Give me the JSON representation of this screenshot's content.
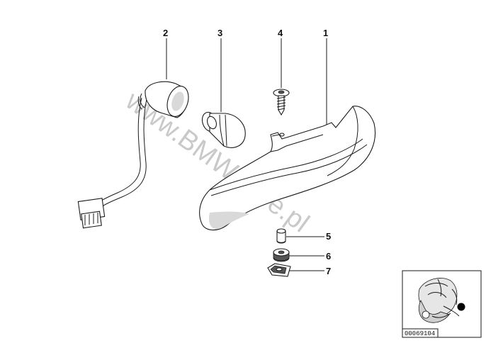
{
  "watermark": "www.BMWstore.pl",
  "callouts": [
    {
      "label": "2",
      "part": "bulb-socket-with-wiring"
    },
    {
      "label": "3",
      "part": "bulb"
    },
    {
      "label": "4",
      "part": "screw"
    },
    {
      "label": "1",
      "part": "rear-light-housing"
    },
    {
      "label": "5",
      "part": "spacer-sleeve"
    },
    {
      "label": "6",
      "part": "rubber-grommet"
    },
    {
      "label": "7",
      "part": "clip-nut"
    }
  ],
  "thumbnail": {
    "diagram_id": "00069104"
  }
}
